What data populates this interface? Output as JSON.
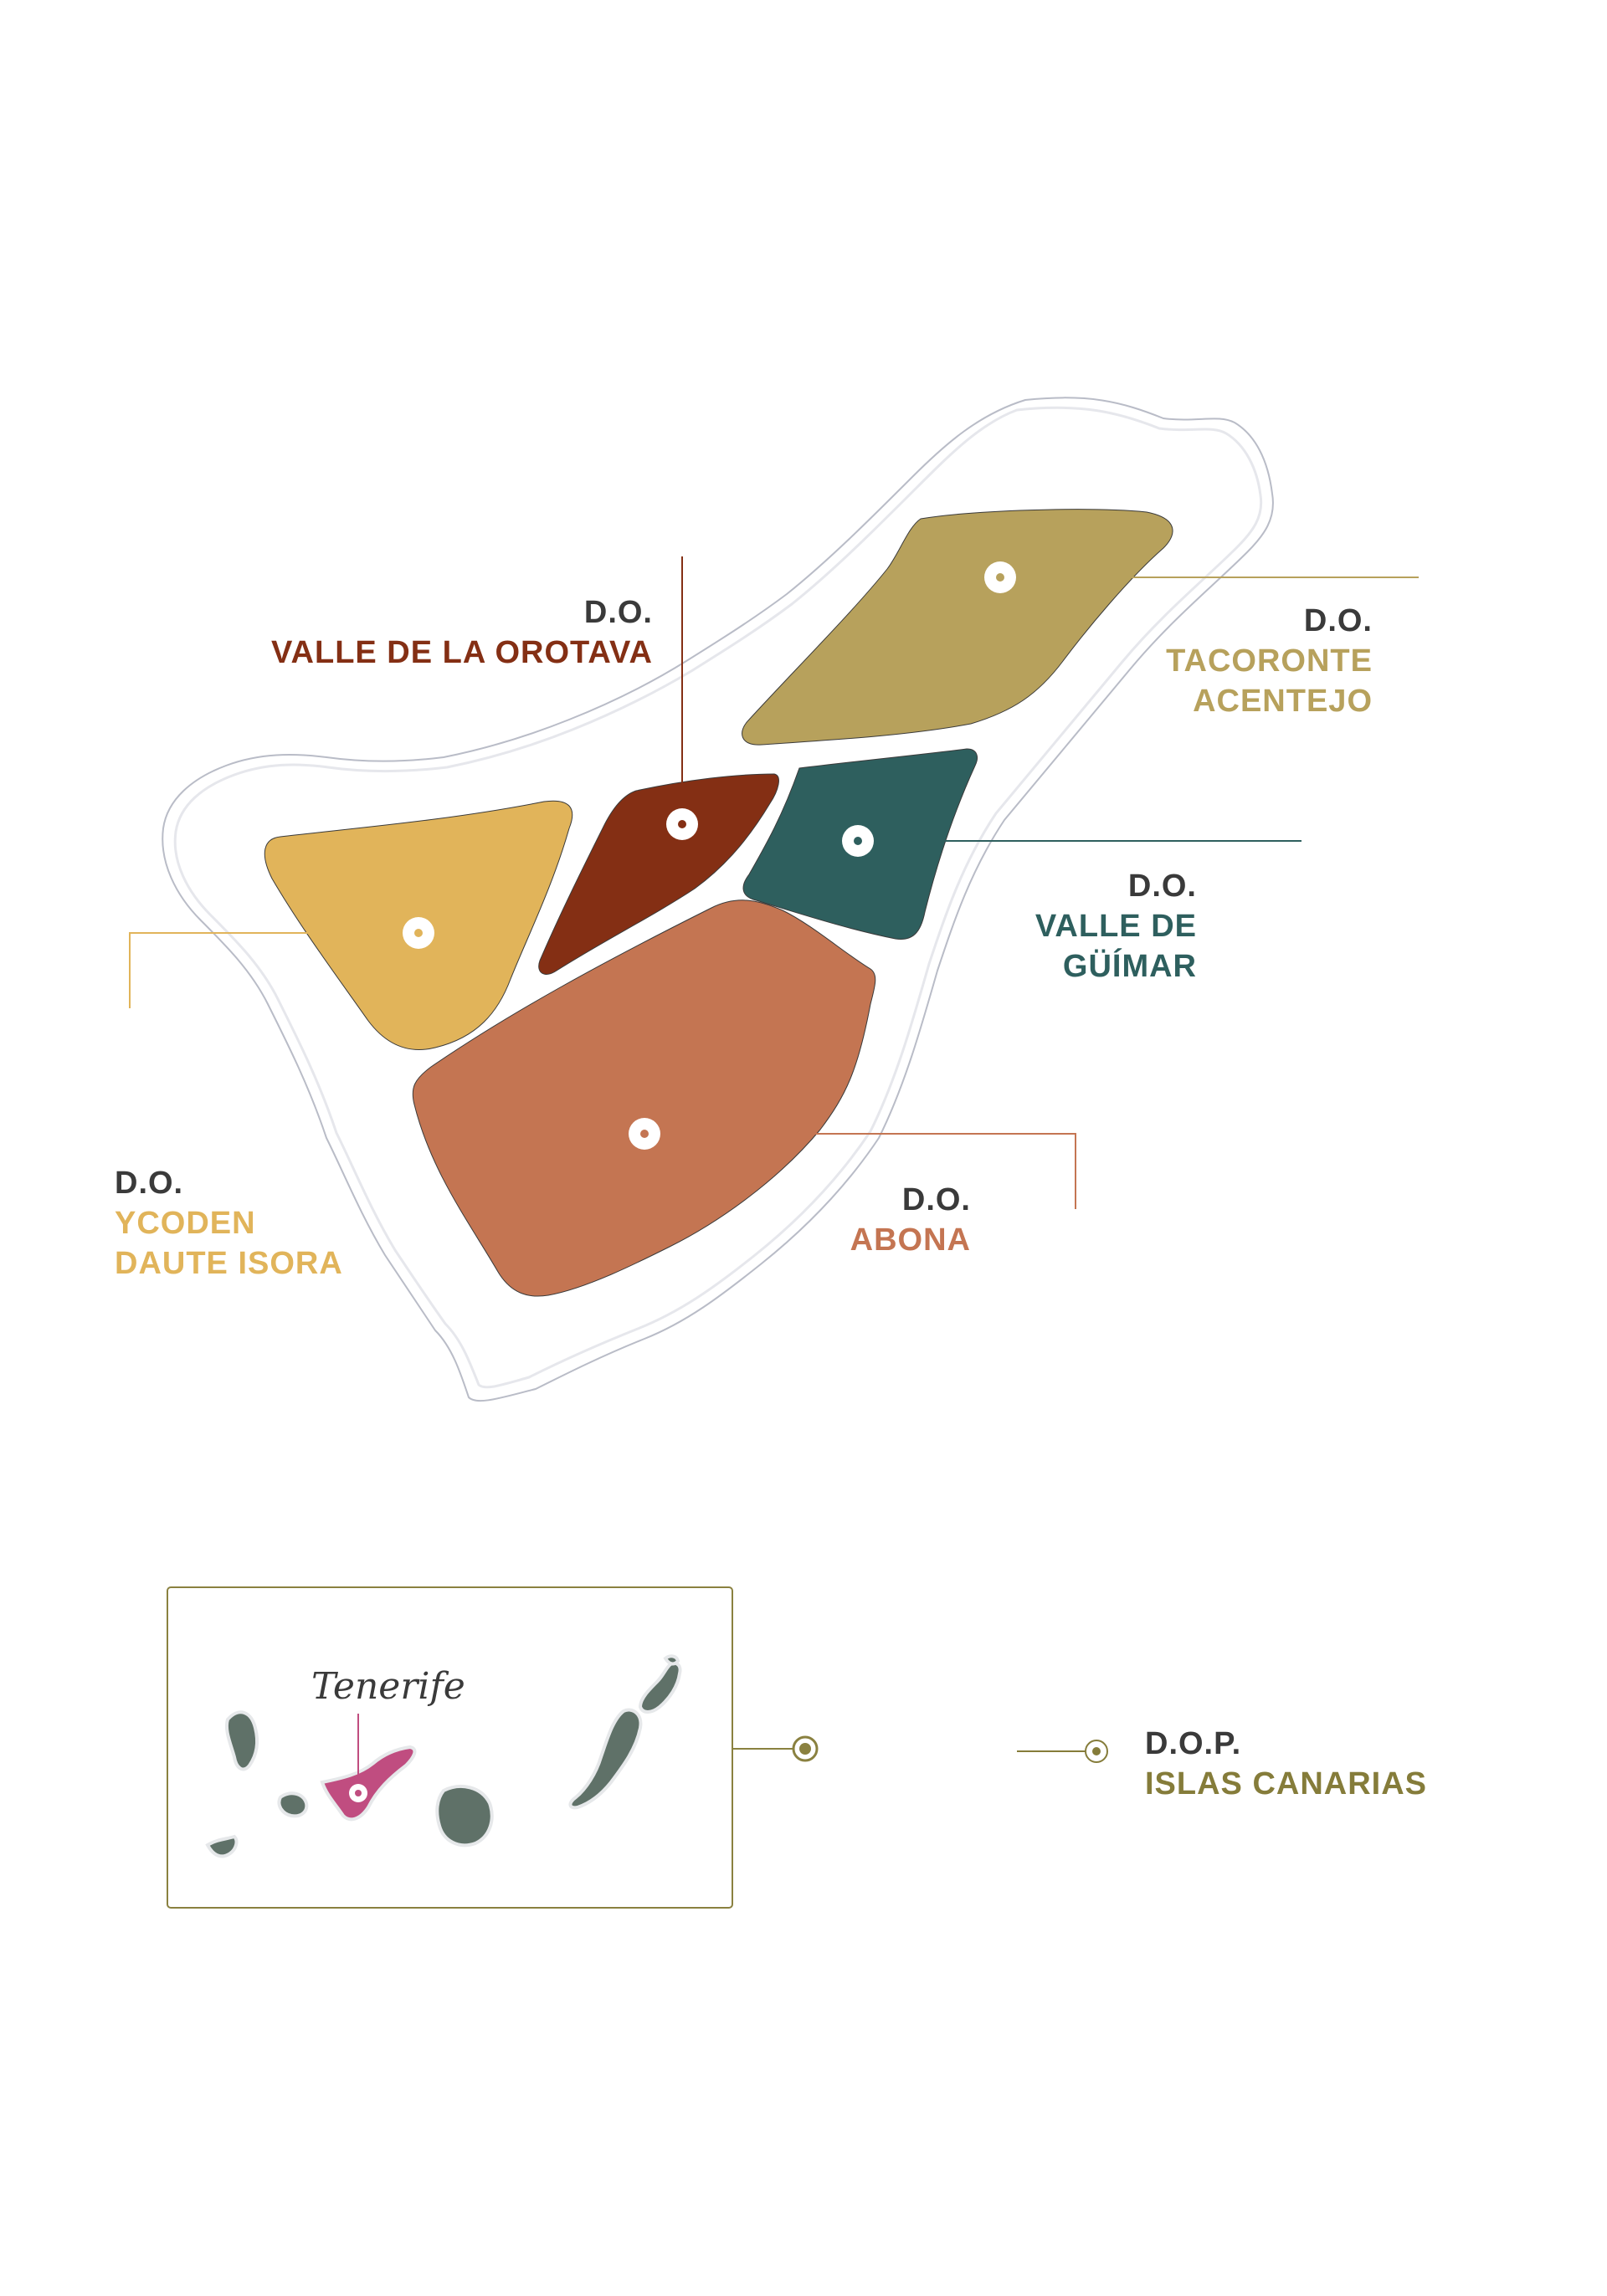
{
  "regions": [
    {
      "id": "orotava",
      "prefix": "D.O.",
      "name_lines": [
        "VALLE DE LA OROTAVA"
      ],
      "color": "#842f14"
    },
    {
      "id": "tacoronte",
      "prefix": "D.O.",
      "name_lines": [
        "TACORONTE",
        "ACENTEJO"
      ],
      "color": "#b7a15c"
    },
    {
      "id": "guimar",
      "prefix": "D.O.",
      "name_lines": [
        "VALLE DE",
        "GÜÍMAR"
      ],
      "color": "#2e5f5e"
    },
    {
      "id": "ycoden",
      "prefix": "D.O.",
      "name_lines": [
        "YCODEN",
        "DAUTE ISORA"
      ],
      "color": "#e1b45a"
    },
    {
      "id": "abona",
      "prefix": "D.O.",
      "name_lines": [
        "ABONA"
      ],
      "color": "#c47552"
    }
  ],
  "inset": {
    "island_label": "Tenerife",
    "highlight_color": "#c04d80",
    "island_color": "#5f7168",
    "frame_color": "#8a8140"
  },
  "dop": {
    "prefix": "D.O.P.",
    "name": "ISLAS CANARIAS",
    "color": "#857c3a"
  }
}
